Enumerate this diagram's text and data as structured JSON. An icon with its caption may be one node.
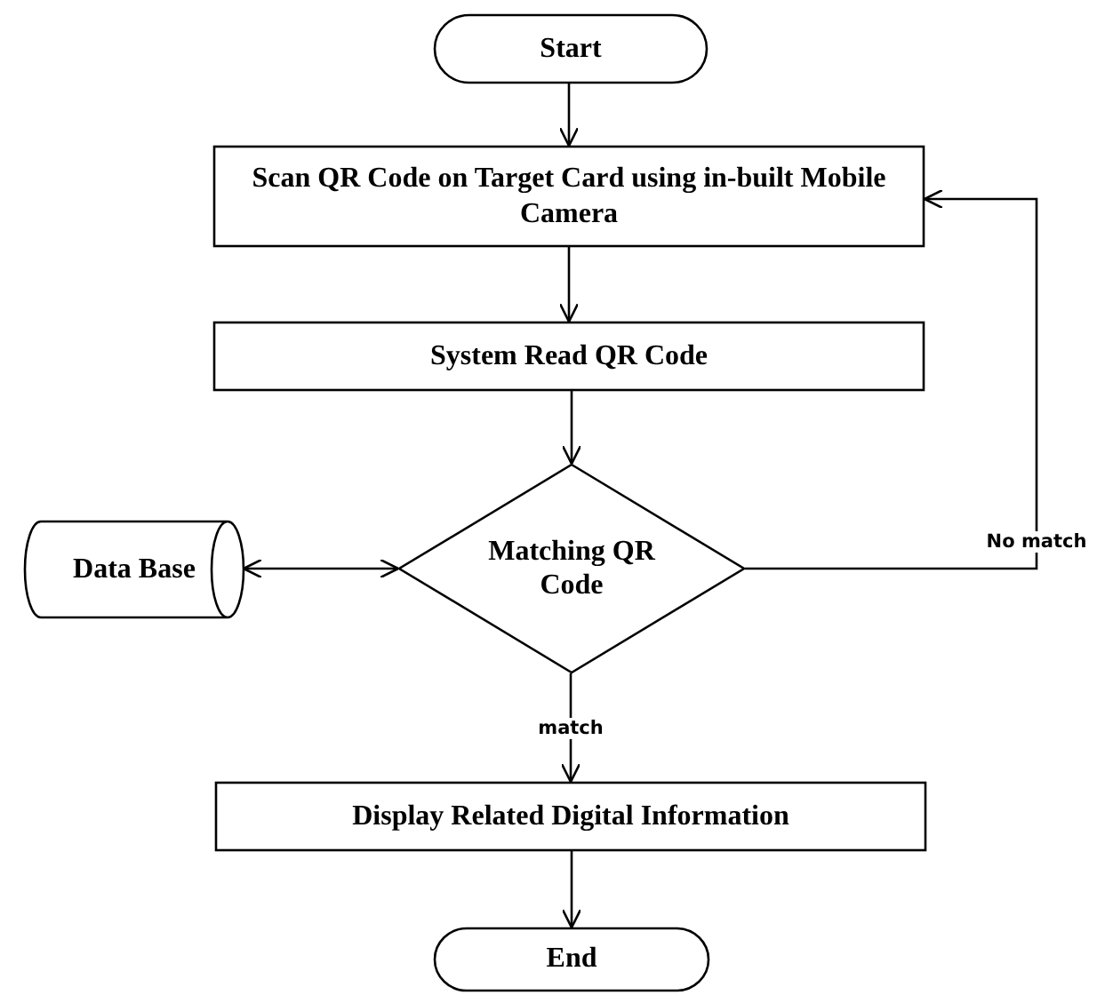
{
  "diagram": {
    "nodes": [
      {
        "text": [
          "Start"
        ]
      },
      {
        "text": [
          "Scan QR Code on Target Card using in-built Mobile Camera"
        ]
      },
      {
        "text": [
          "System Read QR Code"
        ]
      },
      {
        "text": [
          "Data Base"
        ]
      },
      {
        "text": [
          "Matching QR Code"
        ]
      },
      {
        "text": [
          "Display Related Digital Information"
        ]
      },
      {
        "text": [
          "End"
        ]
      }
    ],
    "edges": [
      {
        "from": 0,
        "to": 1,
        "arrow": "to"
      },
      {
        "from": 1,
        "to": 2,
        "arrow": "to"
      },
      {
        "from": 2,
        "to": 4,
        "arrow": "to"
      },
      {
        "from": 3,
        "to": 4,
        "arrow": "both"
      },
      {
        "from": 4,
        "to": 1,
        "label": "No match",
        "arrow": "to"
      },
      {
        "from": 4,
        "to": 5,
        "label": "match",
        "arrow": "to"
      },
      {
        "from": 5,
        "to": 6,
        "arrow": "to"
      }
    ]
  }
}
